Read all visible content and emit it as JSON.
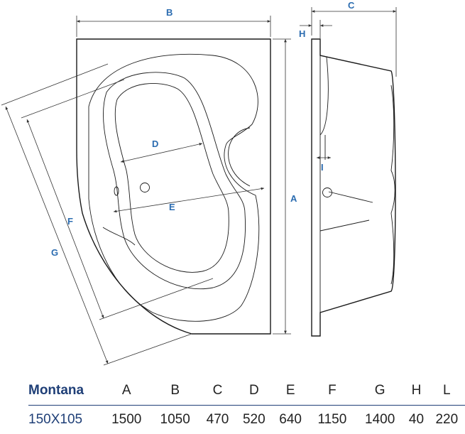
{
  "diagram": {
    "labels": {
      "A": "A",
      "B": "B",
      "C": "C",
      "D": "D",
      "E": "E",
      "F": "F",
      "G": "G",
      "H": "H",
      "I": "I"
    },
    "colors": {
      "accent": "#2b6cb0",
      "line": "#1a1a1a",
      "table_heading": "#1f3f77"
    }
  },
  "table": {
    "model": "Montana",
    "headers": [
      "A",
      "B",
      "C",
      "D",
      "E",
      "F",
      "G",
      "H",
      "L"
    ],
    "size": "150X105",
    "values": [
      "1500",
      "1050",
      "470",
      "520",
      "640",
      "1150",
      "1400",
      "40",
      "220"
    ]
  }
}
